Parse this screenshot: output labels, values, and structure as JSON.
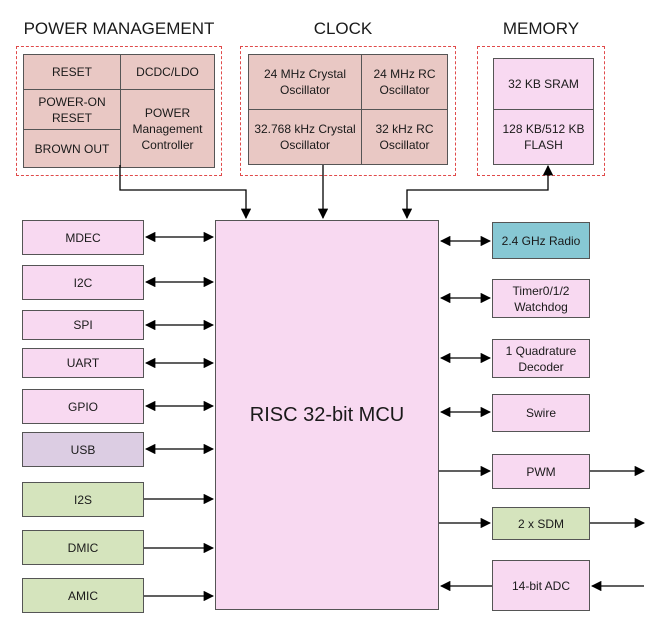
{
  "titles": {
    "power": "POWER MANAGEMENT",
    "clock": "CLOCK",
    "memory": "MEMORY"
  },
  "power": {
    "reset": "RESET",
    "dcdc": "DCDC/LDO",
    "por": "POWER-ON RESET",
    "pmc": "POWER Management Controller",
    "brownout": "BROWN OUT"
  },
  "clock": {
    "xtal24": "24 MHz Crystal Oscillator",
    "rc24": "24 MHz RC Oscillator",
    "xtal32": "32.768 kHz Crystal Oscillator",
    "rc32": "32 kHz RC Oscillator"
  },
  "memory": {
    "sram": "32 KB SRAM",
    "flash": "128 KB/512 KB FLASH"
  },
  "mcu": "RISC 32-bit MCU",
  "left_peripherals": [
    "MDEC",
    "I2C",
    "SPI",
    "UART",
    "GPIO",
    "USB",
    "I2S",
    "DMIC",
    "AMIC"
  ],
  "right_peripherals": [
    "2.4 GHz Radio",
    "Timer0/1/2 Watchdog",
    "1 Quadrature Decoder",
    "Swire",
    "PWM",
    "2 x SDM",
    "14-bit ADC"
  ],
  "colors": {
    "power_block": "#e9c8c4",
    "peripheral": "#f8d9f1",
    "radio": "#87c8d4",
    "audio_block": "#d5e4bd",
    "usb": "#dccde3",
    "group_border": "#e04a4a"
  }
}
